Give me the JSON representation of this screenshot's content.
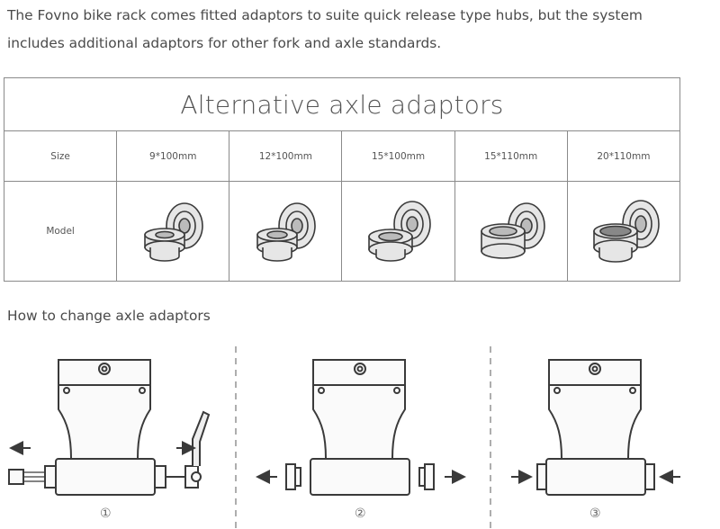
{
  "intro": {
    "line1": "The Fovno bike rack comes fitted adaptors to suite quick release type hubs, but the system",
    "line2": "includes additional  adaptors for other fork and axle standards."
  },
  "table": {
    "title": "Alternative axle adaptors",
    "size_label": "Size",
    "model_label": "Model",
    "sizes": [
      "9*100mm",
      "12*100mm",
      "15*100mm",
      "15*110mm",
      "20*110mm"
    ]
  },
  "howto": {
    "heading": "How to change axle adaptors",
    "steps": [
      "①",
      "②",
      "③"
    ]
  },
  "colors": {
    "line": "#8a8a8a",
    "text": "#4a4a4a",
    "drawing": "#3a3a3a"
  }
}
